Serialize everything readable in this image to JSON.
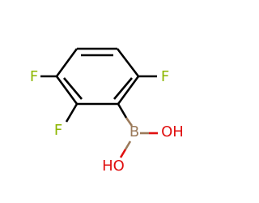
{
  "molecule": {
    "atoms": {
      "f_top_left": {
        "label": "F",
        "color": "#8DB600"
      },
      "f_top_right": {
        "label": "F",
        "color": "#8DB600"
      },
      "f_bottom_left": {
        "label": "F",
        "color": "#8DB600"
      },
      "boron": {
        "label": "B",
        "color": "#9B7A5A"
      },
      "oh_right": {
        "label": "OH",
        "color": "#E01010"
      },
      "ho_bottom": {
        "label": "HO",
        "color": "#E01010"
      }
    },
    "bond_color": "#000000"
  }
}
